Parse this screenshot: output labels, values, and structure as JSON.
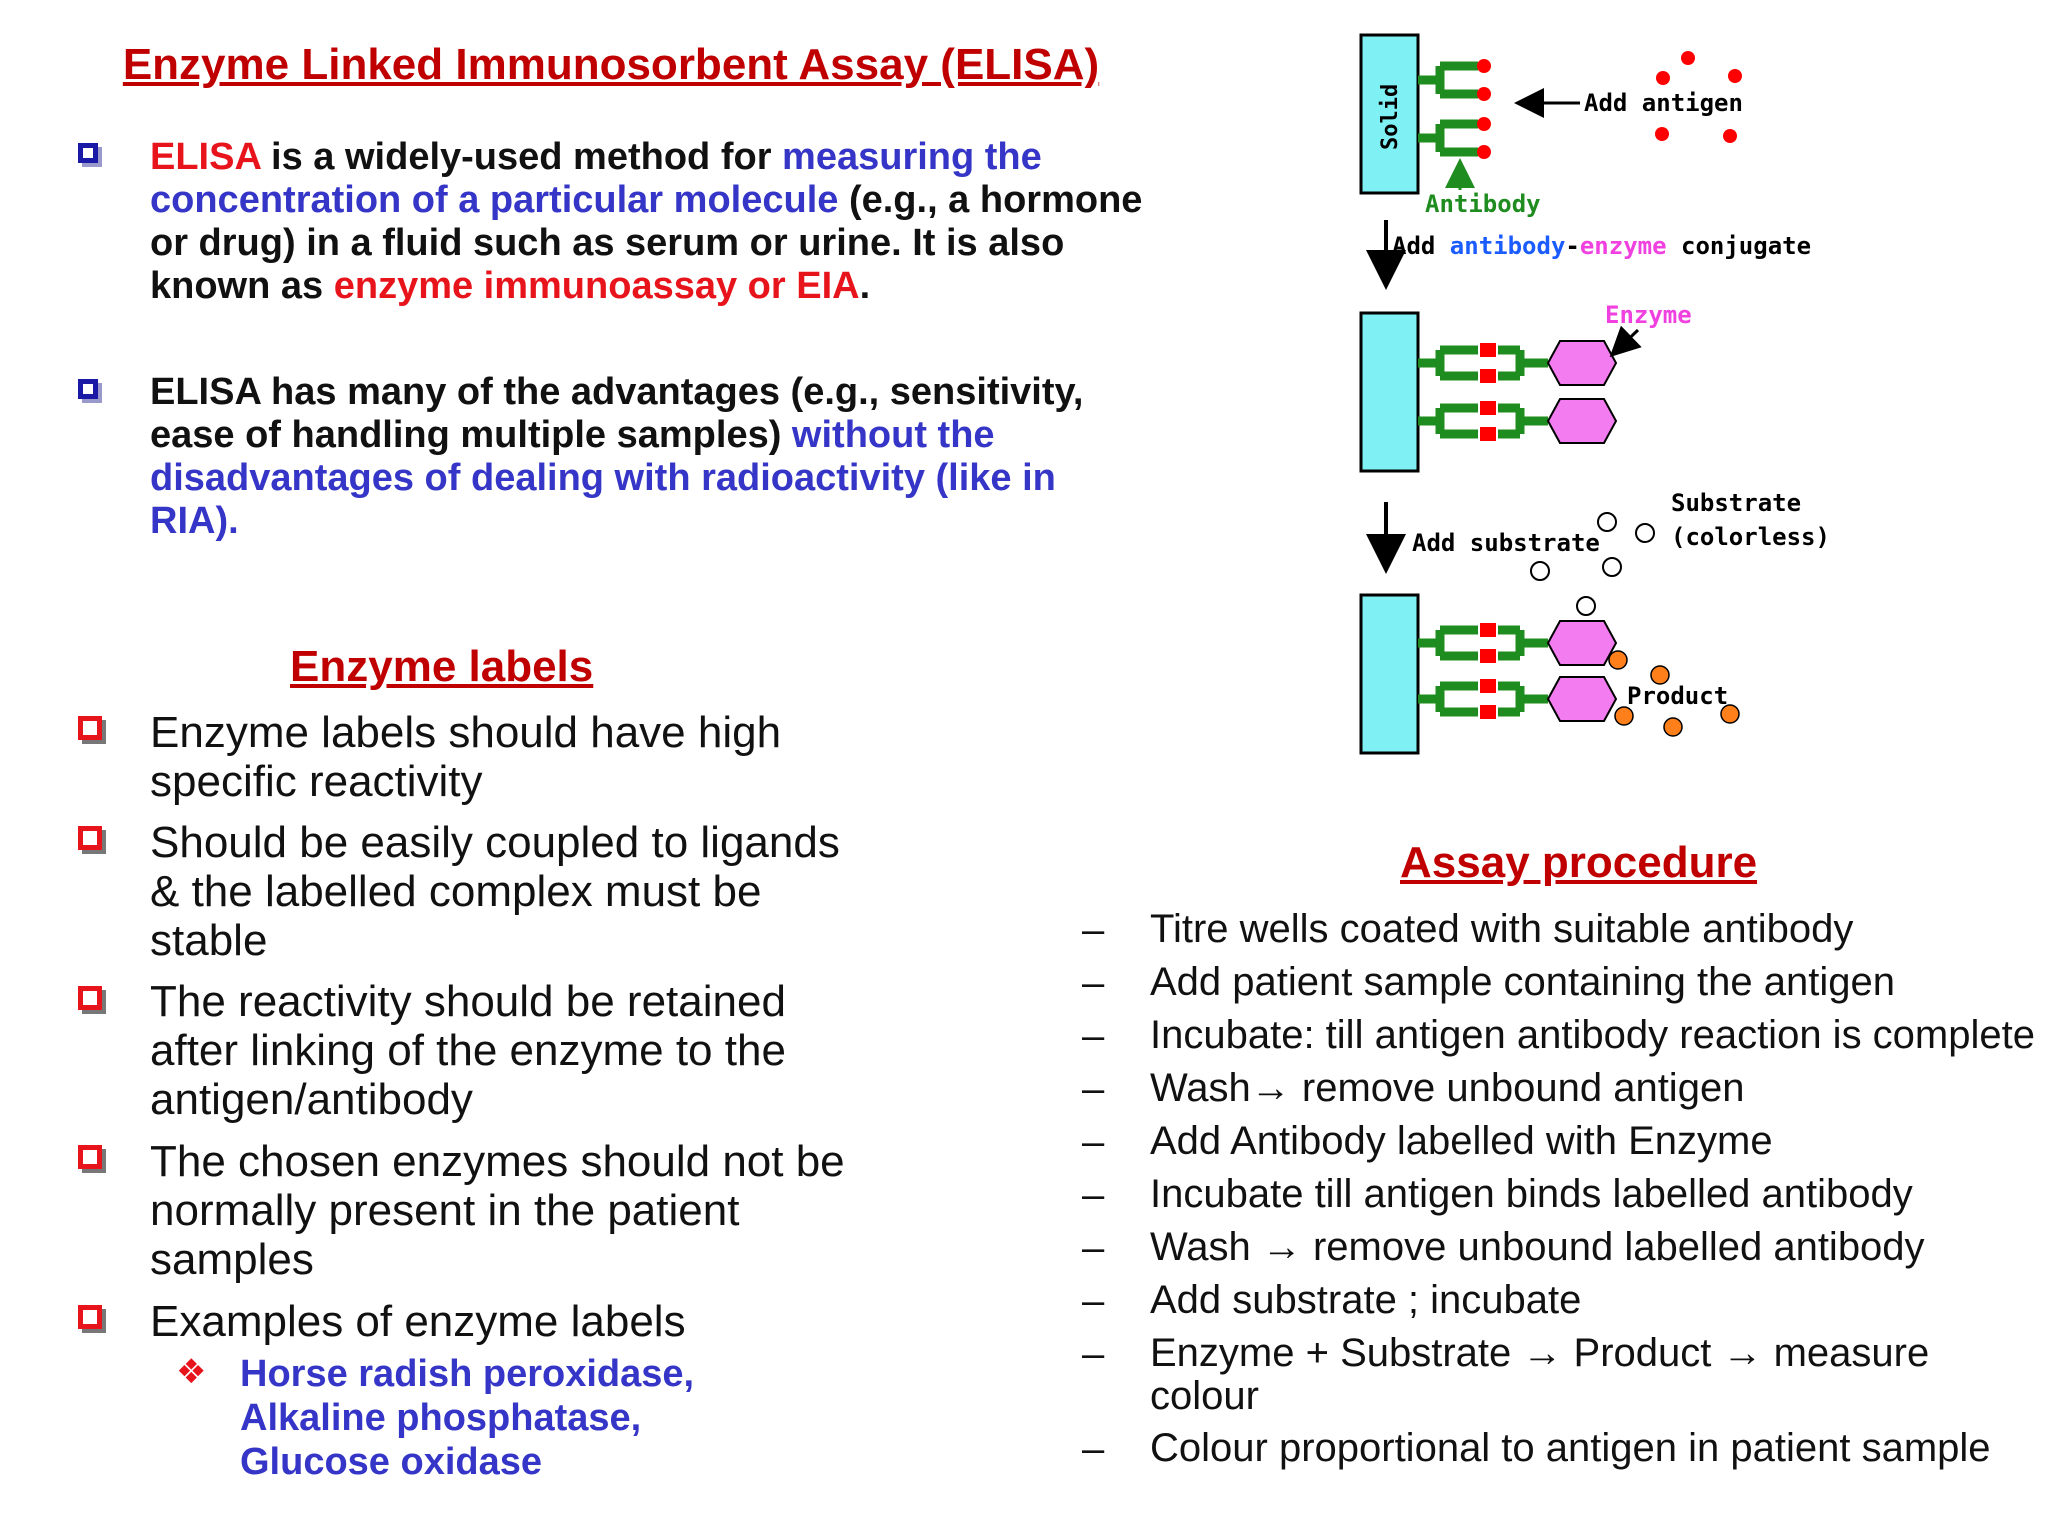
{
  "title": "Enzyme Linked Immunosorbent Assay (ELISA)",
  "intro": {
    "p1": {
      "s1": "ELISA",
      "s2": " is a widely-used method for ",
      "s3": "measuring the concentration of a particular molecule",
      "s4": " (e.g., a hormone or drug) in a fluid such as serum or urine. It is also known as ",
      "s5": "enzyme immunoassay or EIA",
      "s6": "."
    },
    "p2": {
      "s1": "ELISA has many of the advantages (e.g., sensitivity, ease of handling multiple samples) ",
      "s2": "without the disadvantages of dealing with radioactivity (like in RIA)."
    }
  },
  "enzyme_labels": {
    "heading": "Enzyme labels",
    "items": [
      "Enzyme labels should have high specific reactivity",
      "Should be easily coupled to ligands & the labelled complex must be stable",
      "The reactivity should be retained after linking of the enzyme to the antigen/antibody",
      "The chosen enzymes should not be normally present in the patient samples",
      "Examples of enzyme labels"
    ],
    "examples": {
      "line1": "Horse radish peroxidase,",
      "line2": "Alkaline phosphatase,",
      "line3": "Glucose oxidase"
    }
  },
  "assay": {
    "heading": "Assay procedure",
    "steps": [
      "Titre wells coated with suitable antibody",
      "Add patient sample containing the antigen",
      "Incubate: till antigen antibody reaction is complete",
      "Wash→ remove unbound antigen",
      "Add Antibody labelled with Enzyme",
      "Incubate till antigen binds labelled antibody",
      "Wash → remove unbound labelled antibody",
      "Add substrate ;  incubate",
      "Enzyme  + Substrate  → Product → measure colour",
      "Colour proportional to antigen in patient sample"
    ]
  },
  "diagram": {
    "solid": "Solid",
    "add_antigen": "Add antigen",
    "antibody": "Antibody",
    "conj_add": "Add ",
    "conj_antibody": "antibody",
    "conj_dash": "-",
    "conj_enzyme": "enzyme",
    "conj_rest": " conjugate",
    "enzyme": "Enzyme",
    "add_substrate": "Add substrate",
    "substrate": "Substrate",
    "colorless": "(colorless)",
    "product": "Product",
    "colors": {
      "solid": "#7ff0f4",
      "antibody": "#1e8c1e",
      "antigen": "#ff0000",
      "enzyme": "#f27cf0",
      "product": "#ff7f1a",
      "blue_text": "#1a5cff"
    }
  }
}
